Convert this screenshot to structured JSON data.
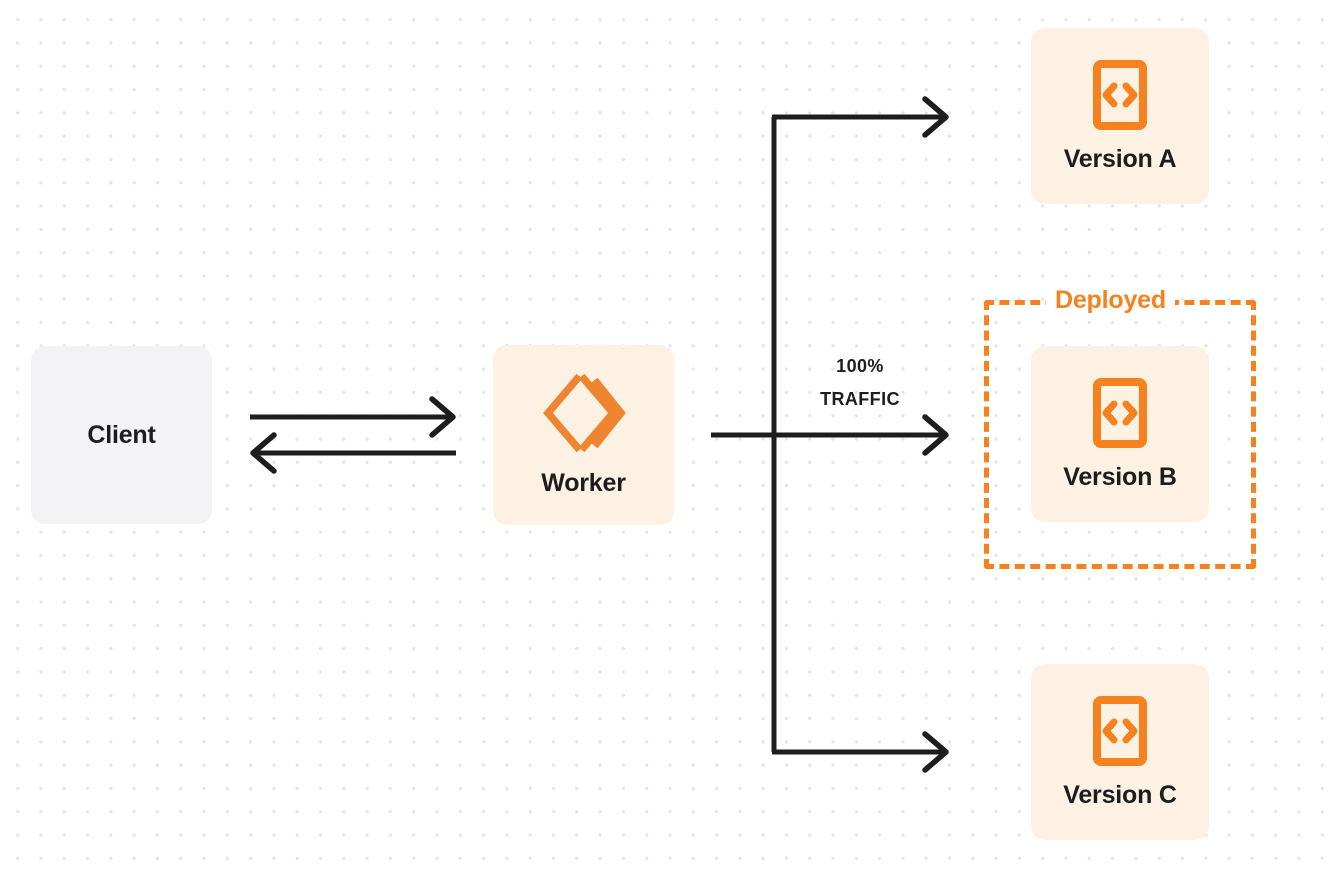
{
  "diagram": {
    "title": "Worker gradual deployment traffic split",
    "colors": {
      "accent_orange": "#f6821f",
      "card_cream": "#fdf1e3",
      "client_gray": "#f3f3f5",
      "line_dark": "#1d1d1f",
      "dot_grid": "#e6e6e9",
      "background": "#ffffff"
    }
  },
  "client": {
    "label": "Client",
    "icon": "none"
  },
  "worker": {
    "label": "Worker",
    "icon": "cloudflare-workers-logo"
  },
  "traffic": {
    "percent": "100%",
    "caption": "TRAFFIC"
  },
  "deployed_group": {
    "label": "Deployed",
    "wraps": "Version B"
  },
  "versions": [
    {
      "id": "a",
      "label": "Version A",
      "icon": "code-file-icon",
      "deployed": false
    },
    {
      "id": "b",
      "label": "Version B",
      "icon": "code-file-icon",
      "deployed": true
    },
    {
      "id": "c",
      "label": "Version C",
      "icon": "code-file-icon",
      "deployed": false
    }
  ],
  "connectors": [
    {
      "name": "client-to-worker",
      "direction": "right"
    },
    {
      "name": "worker-to-client",
      "direction": "left"
    },
    {
      "name": "worker-to-version-a",
      "direction": "right"
    },
    {
      "name": "worker-to-version-b",
      "direction": "right"
    },
    {
      "name": "worker-to-version-c",
      "direction": "right"
    }
  ]
}
